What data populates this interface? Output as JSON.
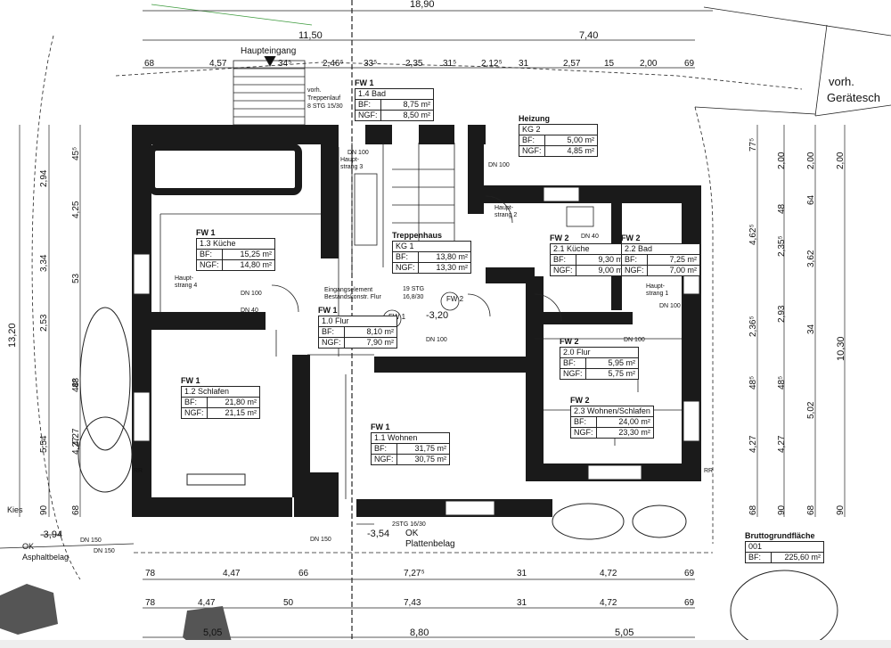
{
  "top_dims": {
    "overall": "18,90",
    "row2": [
      "11,50",
      "7,40"
    ],
    "row3": [
      "68",
      "4,57",
      "34⁵",
      "2,46⁵",
      "33⁵",
      "2,35",
      "31⁵",
      "2,12⁵",
      "31",
      "2,57",
      "15",
      "2,00",
      "69"
    ]
  },
  "bottom_dims": {
    "row1": [
      "78",
      "4,47",
      "66",
      "7,27⁵",
      "31",
      "4,72",
      "69"
    ],
    "row2": [
      "78",
      "4,47",
      "50",
      "7,43",
      "31",
      "4,72",
      "69"
    ],
    "row3": [
      "5,05",
      "8,80",
      "5,05"
    ]
  },
  "left_dims": {
    "outer": "13,20",
    "mid": [
      "45⁵",
      "2,94",
      "4,25",
      "3,34",
      "53",
      "2,53",
      "48⁵",
      "5,54",
      "4,27",
      "90"
    ],
    "inner": [
      "48",
      "4,27",
      "68"
    ]
  },
  "right_dims": {
    "outer": "10,30",
    "col1": [
      "77⁵",
      "4,62⁵",
      "2,36⁵",
      "48⁵",
      "4,27",
      "68"
    ],
    "col2": [
      "2,00",
      "48",
      "2,35⁵",
      "2,93",
      "48⁵",
      "4,27",
      "90"
    ],
    "col3": [
      "2,00",
      "64",
      "3,62",
      "34",
      "5,02",
      "68"
    ],
    "col4": [
      "2,00",
      "90"
    ]
  },
  "site_labels": {
    "entrance": "Haupteingang",
    "existing_shed": [
      "vorh.",
      "Gerätesch"
    ],
    "stair_outside": [
      "vorh.",
      "Treppenlauf",
      "8 STG 15/30"
    ],
    "asphalt_level": "-3,94",
    "asphalt": [
      "OK",
      "Asphaltbelag"
    ],
    "gravel": "Kies",
    "plate_level": "-3,54",
    "plate": [
      "OK",
      "Plattenbelag"
    ],
    "stairs_front": "2STG 16/30",
    "level_center": "-3,20",
    "stairs_inner": [
      "19 STG",
      "16,8/30"
    ],
    "entry_element": [
      "Eingangselement",
      "Bestandskonstr. Flur"
    ]
  },
  "pipes": {
    "dn100": "DN 100",
    "dn150": "DN 150",
    "dn40": "DN 40",
    "rr": "RR",
    "strang1": [
      "Haupt-",
      "strang 1"
    ],
    "strang2": [
      "Haupt-",
      "strang 2"
    ],
    "strang3": [
      "Haupt-",
      "strang 3"
    ],
    "strang4": [
      "Haupt-",
      "strang 4"
    ]
  },
  "fw_markers": [
    "FW 1",
    "FW 2"
  ],
  "rooms": [
    {
      "unit": "FW 1",
      "name": "1.4 Bad",
      "bf": "8,75 m²",
      "ngf": "8,50 m²"
    },
    {
      "unit": "Heizung",
      "name": "KG 2",
      "bf": "5,00 m²",
      "ngf": "4,85 m²"
    },
    {
      "unit": "FW 1",
      "name": "1.3 Küche",
      "bf": "15,25 m²",
      "ngf": "14,80 m²"
    },
    {
      "unit": "Treppenhaus",
      "name": "KG 1",
      "bf": "13,80 m²",
      "ngf": "13,30 m²"
    },
    {
      "unit": "FW 2",
      "name": "2.1 Küche",
      "bf": "9,30 m²",
      "ngf": "9,00 m²"
    },
    {
      "unit": "FW 2",
      "name": "2.2 Bad",
      "bf": "7,25 m²",
      "ngf": "7,00 m²"
    },
    {
      "unit": "FW 1",
      "name": "1.0 Flur",
      "bf": "8,10 m²",
      "ngf": "7,90 m²"
    },
    {
      "unit": "FW 2",
      "name": "2.0 Flur",
      "bf": "5,95 m²",
      "ngf": "5,75 m²"
    },
    {
      "unit": "FW 1",
      "name": "1.2 Schlafen",
      "bf": "21,80 m²",
      "ngf": "21,15 m²"
    },
    {
      "unit": "FW 2",
      "name": "2.3 Wohnen/Schlafen",
      "bf": "24,00 m²",
      "ngf": "23,30 m²"
    },
    {
      "unit": "FW 1",
      "name": "1.1 Wohnen",
      "bf": "31,75 m²",
      "ngf": "30,75 m²"
    }
  ],
  "area_labels": {
    "bf": "BF:",
    "ngf": "NGF:"
  },
  "gross_area": {
    "title": "Bruttogrundfläche",
    "code": "001",
    "key": "BF:",
    "value": "225,60 m²"
  },
  "colors": {
    "wall": "#1a1a1a",
    "line": "#222222",
    "green": "#3c9a3c",
    "paving": "#555555"
  }
}
